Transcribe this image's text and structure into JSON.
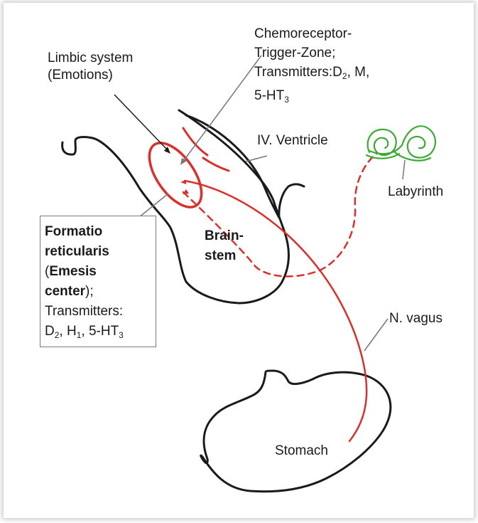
{
  "labels": {
    "limbic_line1": "Limbic system",
    "limbic_line2": "(Emotions)",
    "ctz_line1": "Chemoreceptor-",
    "ctz_line2": "Trigger-Zone;",
    "ctz_line3_a": "Transmitters:D",
    "ctz_line3_sub": "2",
    "ctz_line3_b": ", M,",
    "ctz_line4_a": "5-HT",
    "ctz_line4_sub": "3",
    "ventricle": "IV. Ventricle",
    "labyrinth": "Labyrinth",
    "brainstem_line1": "Brain-",
    "brainstem_line2": "stem",
    "vagus": "N. vagus",
    "stomach": "Stomach",
    "formatio_line1": "Formatio",
    "formatio_line2": "reticularis",
    "formatio_line3_a": "(",
    "formatio_line3_bold": "Emesis",
    "formatio_line4_bold": "center",
    "formatio_line4_b": ");",
    "formatio_line5": "Transmitters:",
    "formatio_line6_a": "D",
    "formatio_line6_sub1": "2",
    "formatio_line6_b": ", H",
    "formatio_line6_sub2": "1",
    "formatio_line6_c": ", 5-HT",
    "formatio_line6_sub3": "3"
  },
  "colors": {
    "outline": "#1a1a1a",
    "pathway_red": "#d9302c",
    "labyrinth_green": "#3daa35",
    "pointer_gray": "#777777"
  }
}
